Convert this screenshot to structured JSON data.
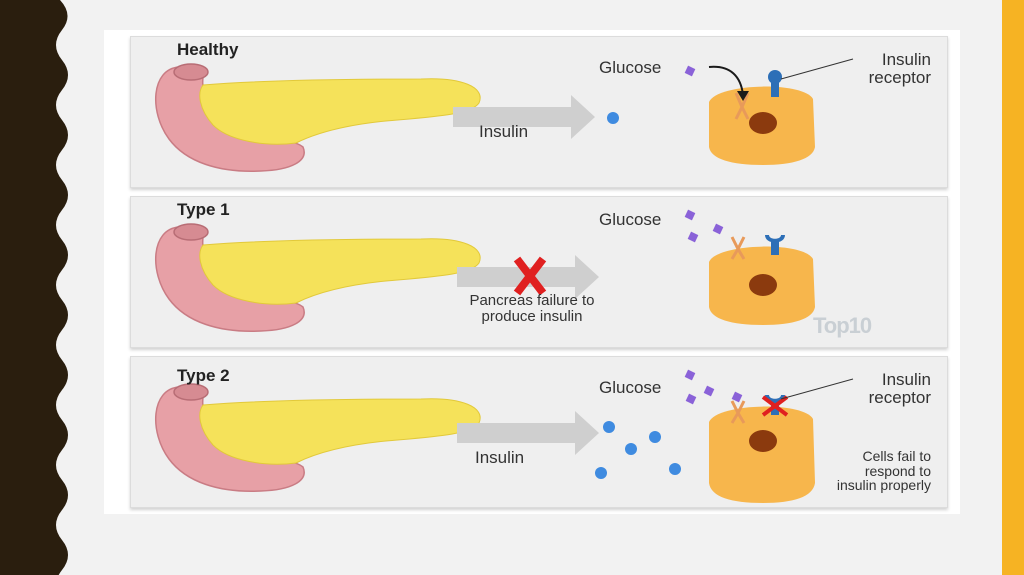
{
  "colors": {
    "slide_bg": "#f2f2f2",
    "left_border": "#2a1e0e",
    "accent_bar": "#f6b323",
    "pancreas": "#f5e25a",
    "duodenum": "#e7a0a6",
    "cell": "#f7b64c",
    "nucleus": "#8b3a0e",
    "insulin": "#3f8be0",
    "glucose": "#8a62d8",
    "receptor": "#2d6fb7",
    "block_x": "#e02020"
  },
  "panels": [
    {
      "title": "Healthy",
      "glucose_label": "Glucose",
      "arrow_label": "Insulin",
      "receptor_label": [
        "Insulin",
        "receptor"
      ]
    },
    {
      "title": "Type 1",
      "glucose_label": "Glucose",
      "arrow_label": [
        "Pancreas failure to",
        "produce insulin"
      ],
      "watermark": "Top10"
    },
    {
      "title": "Type 2",
      "glucose_label": "Glucose",
      "arrow_label": "Insulin",
      "receptor_label": [
        "Insulin",
        "receptor"
      ],
      "cell_note": [
        "Cells fail to",
        "respond to",
        "insulin properly"
      ]
    }
  ]
}
